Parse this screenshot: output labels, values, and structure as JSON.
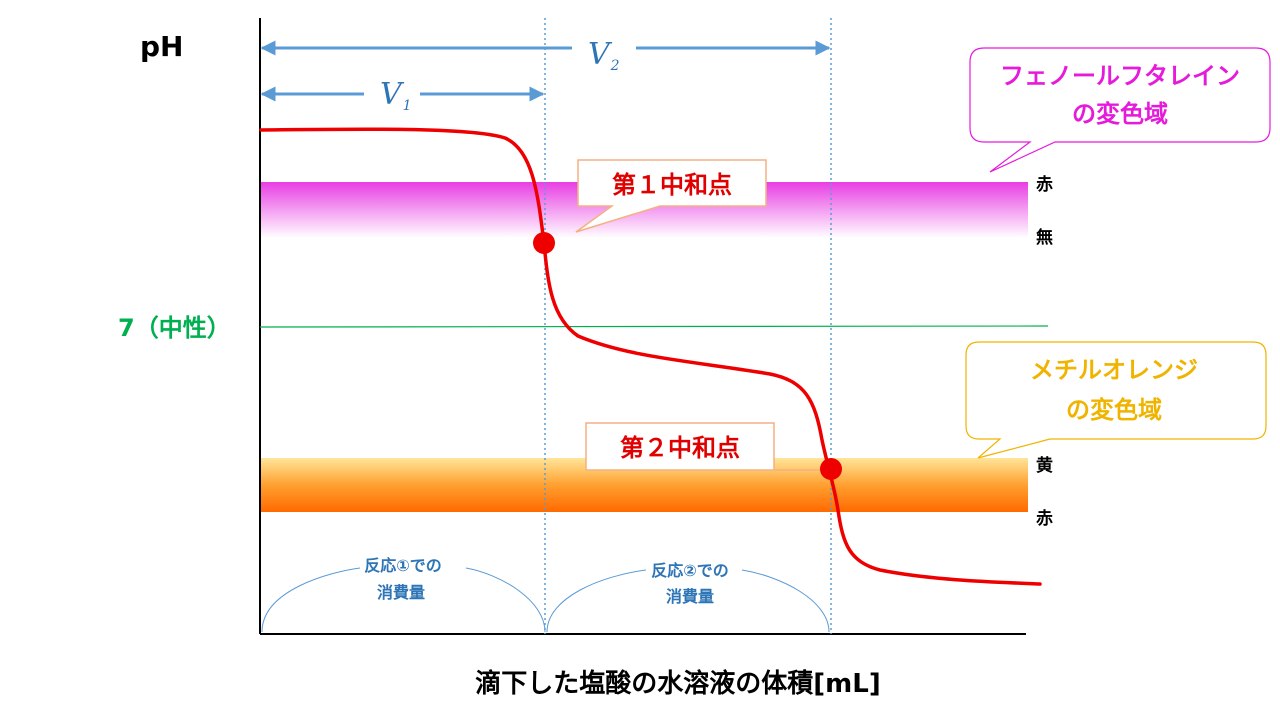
{
  "axes": {
    "y_label": "pH",
    "x_label": "滴下した塩酸の水溶液の体積[mL]",
    "neutral_label": "7（中性）"
  },
  "volumes": {
    "v1": {
      "letter": "V",
      "sub": "1"
    },
    "v2": {
      "letter": "V",
      "sub": "2"
    }
  },
  "indicators": {
    "phenolphthalein": {
      "line1": "フェノールフタレイン",
      "line2": "の変色域",
      "color_top": "赤",
      "color_bottom": "無",
      "accent": "#e61adb"
    },
    "methyl_orange": {
      "line1": "メチルオレンジ",
      "line2": "の変色域",
      "color_top": "黄",
      "color_bottom": "赤",
      "accent": "#f0b400"
    }
  },
  "points": {
    "first": "第１中和点",
    "second": "第２中和点"
  },
  "consumption": {
    "reaction1": {
      "line1": "反応①での",
      "line2": "消費量"
    },
    "reaction2": {
      "line1": "反応②での",
      "line2": "消費量"
    }
  },
  "colors": {
    "curve": "#ee0000",
    "arrow": "#5b9bd5",
    "neutral": "#00b050",
    "label_text": "#e00000"
  }
}
